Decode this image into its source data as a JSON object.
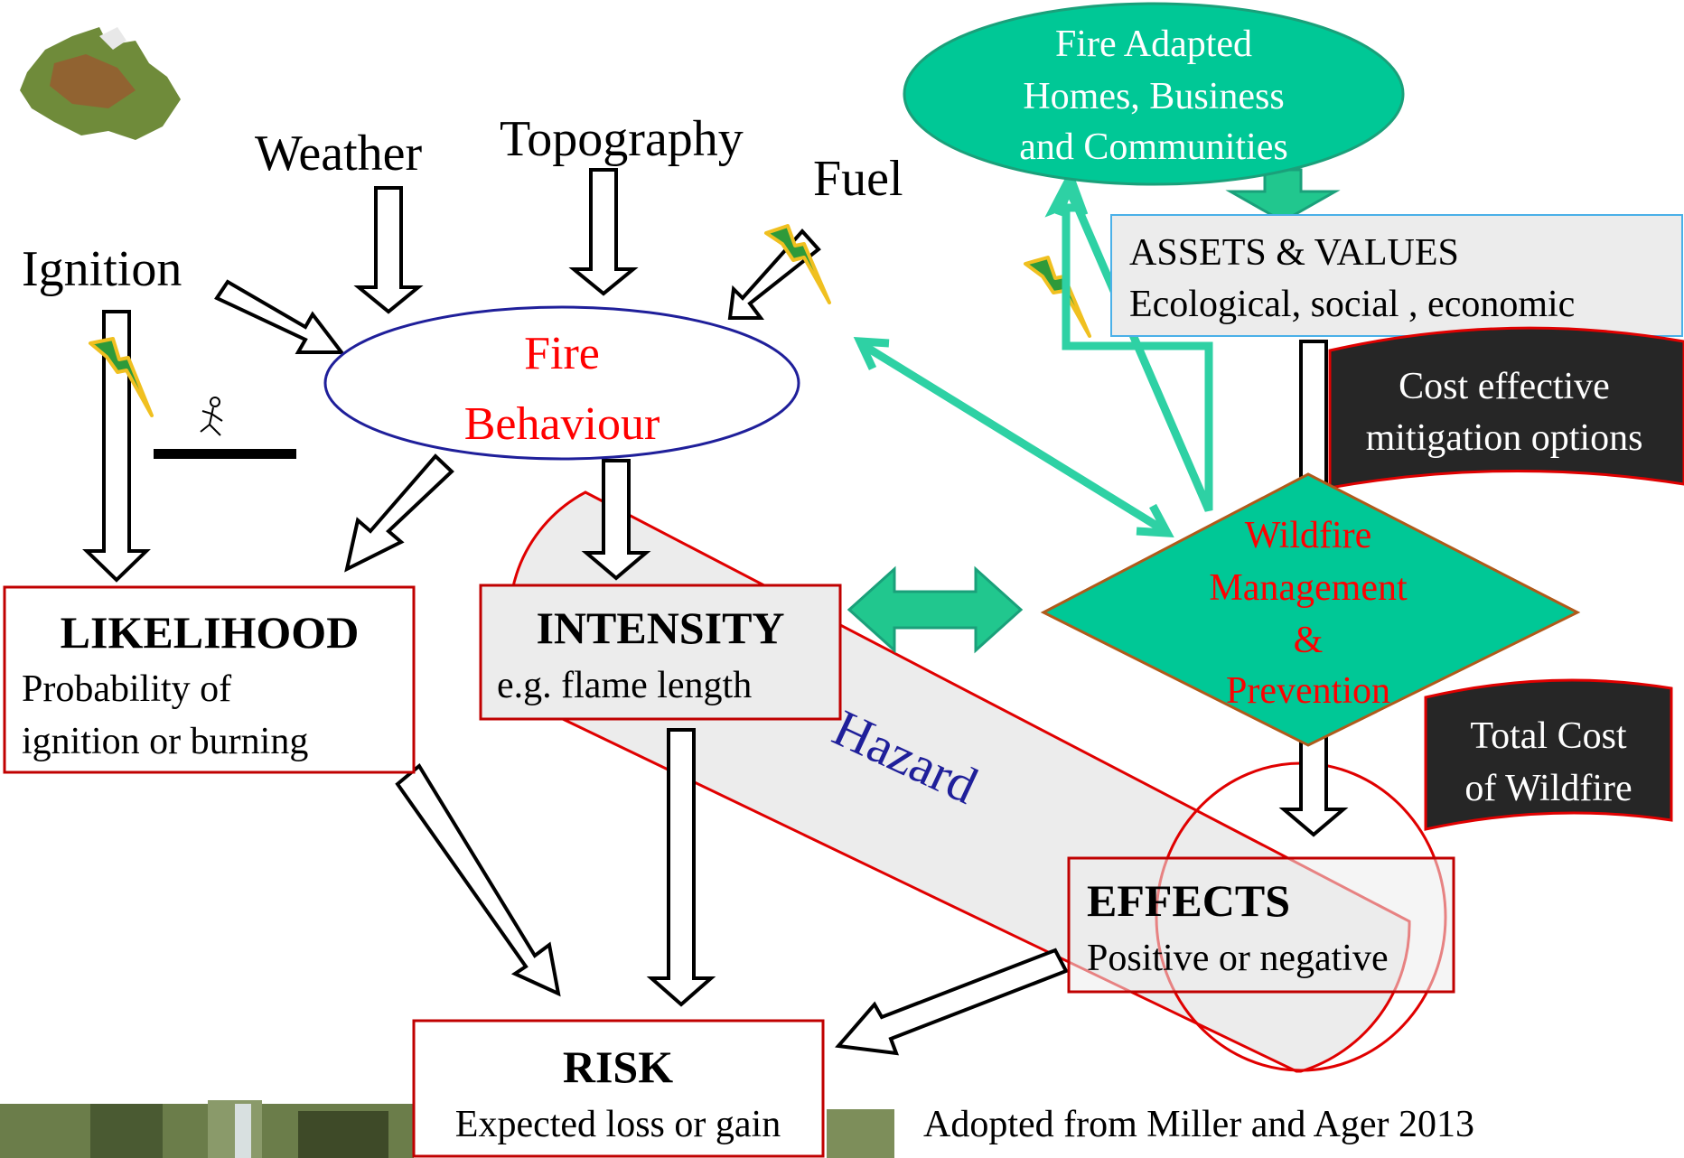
{
  "inputs": {
    "ignition": "Ignition",
    "weather": "Weather",
    "topography": "Topography",
    "fuel": "Fuel"
  },
  "fire_behaviour": {
    "line1": "Fire",
    "line2": "Behaviour"
  },
  "likelihood": {
    "title": "LIKELIHOOD",
    "line1": "Probability of",
    "line2": "ignition or burning"
  },
  "intensity": {
    "title": "INTENSITY",
    "line1": "e.g. flame length"
  },
  "hazard": "Hazard",
  "effects": {
    "title": "EFFECTS",
    "line1": "Positive or negative"
  },
  "risk": {
    "title": "RISK",
    "line1": "Expected loss or gain"
  },
  "fire_adapted": {
    "line1": "Fire Adapted",
    "line2": "Homes, Business",
    "line3": "and Communities"
  },
  "assets": {
    "line1": "ASSETS & VALUES",
    "line2": "Ecological, social , economic"
  },
  "cost_effective": {
    "line1": "Cost effective",
    "line2": "mitigation options"
  },
  "wildfire_mgmt": {
    "line1": "Wildfire",
    "line2": "Management",
    "line3": "&",
    "line4": "Prevention"
  },
  "total_cost": {
    "line1": "Total Cost",
    "line2": "of Wildfire"
  },
  "credit": "Adopted from Miller and Ager 2013",
  "colors": {
    "red_text": "#ff0000",
    "navy": "#1f1f9a",
    "teal": "#00c896",
    "teal_dark": "#1aa07a",
    "box_red": "#c00000",
    "hazard_fill": "#ececec",
    "black_banner": "#262626",
    "assets_border": "#4ab0e8",
    "diamond_border": "#b05a1a"
  }
}
